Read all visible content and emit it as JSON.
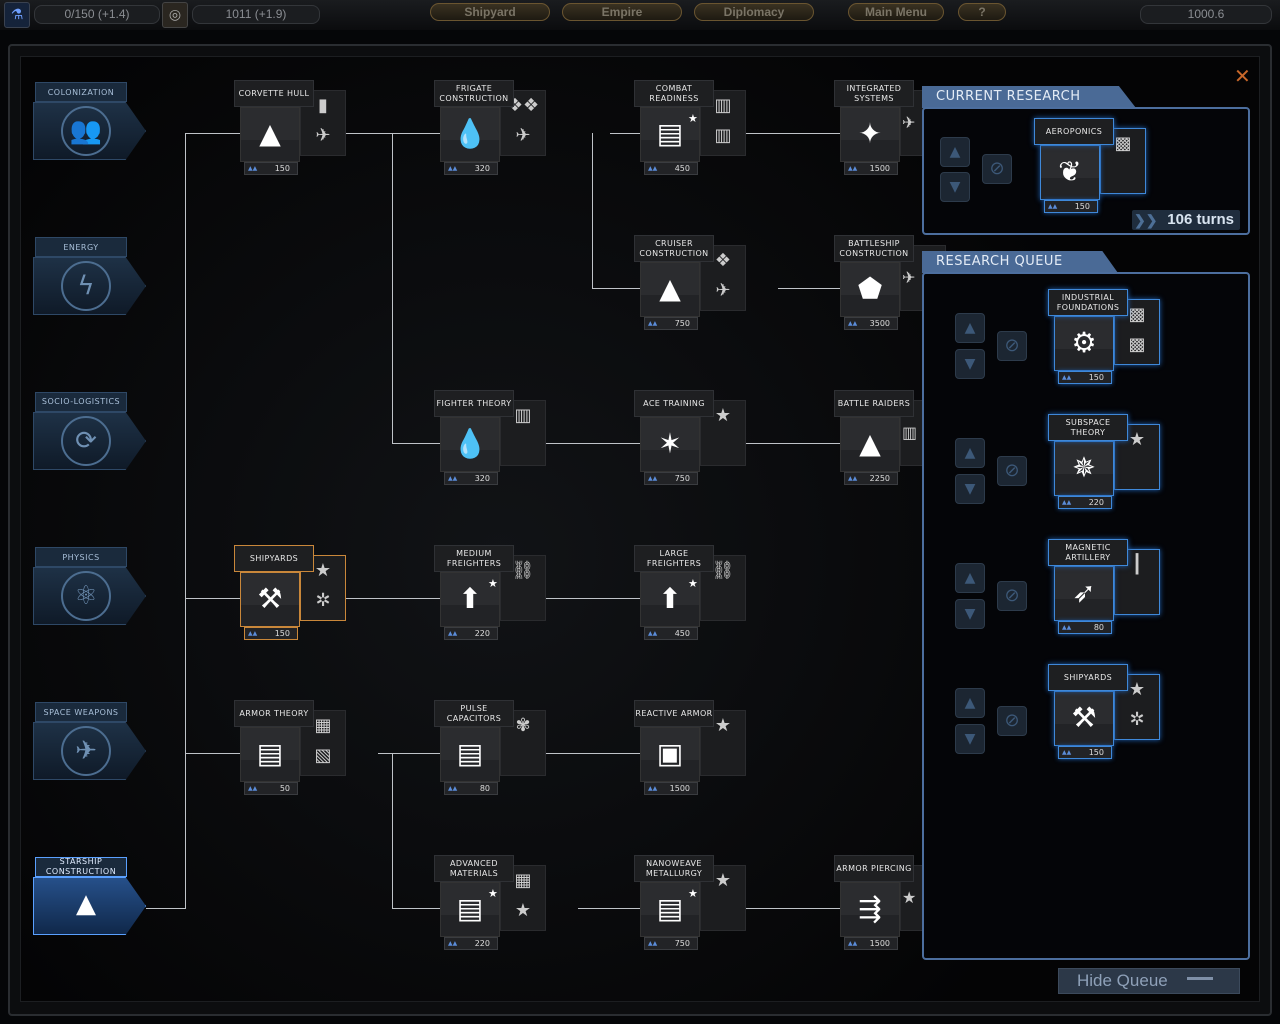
{
  "topbar": {
    "research": "0/150 (+1.4)",
    "credits": "1011 (+1.9)",
    "score": "1000.6",
    "buttons": [
      "Shipyard",
      "Empire",
      "Diplomacy",
      "Main Menu",
      "?"
    ]
  },
  "categories": [
    {
      "label": "COLONIZATION",
      "icon": "colonists-icon",
      "glyph": "👥"
    },
    {
      "label": "ENERGY",
      "icon": "lightning-icon",
      "glyph": "ϟ"
    },
    {
      "label": "SOCIO-LOGISTICS",
      "icon": "cycle-icon",
      "glyph": "⟳"
    },
    {
      "label": "PHYSICS",
      "icon": "atom-icon",
      "glyph": "⚛"
    },
    {
      "label": "SPACE WEAPONS",
      "icon": "cannon-icon",
      "glyph": "✈"
    },
    {
      "label": "STARSHIP CONSTRUCTION",
      "icon": "ships-icon",
      "glyph": "▲",
      "active": true
    }
  ],
  "nodes": [
    {
      "title": "CORVETTE HULL",
      "cost": "150",
      "col": 0,
      "row": 0,
      "glyph": "▲",
      "unlocks": [
        "▮",
        "✈"
      ]
    },
    {
      "title": "FRIGATE CONSTRUCTION",
      "cost": "320",
      "col": 1,
      "row": 0,
      "glyph": "💧",
      "unlocks": [
        "❖❖",
        "✈"
      ]
    },
    {
      "title": "COMBAT READINESS",
      "cost": "450",
      "col": 2,
      "row": 0,
      "glyph": "▤",
      "unlocks": [
        "▥",
        "▥"
      ],
      "star": true
    },
    {
      "title": "INTEGRATED SYSTEMS",
      "cost": "1500",
      "col": 3,
      "row": 0,
      "glyph": "✦",
      "unlocks": [
        "✈"
      ]
    },
    {
      "title": "CRUISER CONSTRUCTION",
      "cost": "750",
      "col": 2,
      "row": 1,
      "glyph": "▲",
      "unlocks": [
        "❖",
        "✈"
      ]
    },
    {
      "title": "BATTLESHIP CONSTRUCTION",
      "cost": "3500",
      "col": 3,
      "row": 1,
      "glyph": "⬟",
      "unlocks": [
        "✈"
      ]
    },
    {
      "title": "FIGHTER THEORY",
      "cost": "320",
      "col": 1,
      "row": 2,
      "glyph": "💧",
      "unlocks": [
        "▥"
      ]
    },
    {
      "title": "ACE TRAINING",
      "cost": "750",
      "col": 2,
      "row": 2,
      "glyph": "✶",
      "unlocks": [
        "★"
      ]
    },
    {
      "title": "BATTLE RAIDERS",
      "cost": "2250",
      "col": 3,
      "row": 2,
      "glyph": "▲",
      "unlocks": [
        "▥"
      ]
    },
    {
      "title": "SHIPYARDS",
      "cost": "150",
      "col": 0,
      "row": 3,
      "glyph": "⚒",
      "unlocks": [
        "★",
        "✲"
      ],
      "selected": true
    },
    {
      "title": "MEDIUM FREIGHTERS",
      "cost": "220",
      "col": 1,
      "row": 3,
      "glyph": "⬆",
      "unlocks": [
        "⛓"
      ],
      "star": true
    },
    {
      "title": "LARGE FREIGHTERS",
      "cost": "450",
      "col": 2,
      "row": 3,
      "glyph": "⬆",
      "unlocks": [
        "⛓"
      ],
      "star": true
    },
    {
      "title": "ARMOR THEORY",
      "cost": "50",
      "col": 0,
      "row": 4,
      "glyph": "▤",
      "unlocks": [
        "▦",
        "▧"
      ]
    },
    {
      "title": "PULSE CAPACITORS",
      "cost": "80",
      "col": 1,
      "row": 4,
      "glyph": "▤",
      "unlocks": [
        "✾"
      ]
    },
    {
      "title": "REACTIVE ARMOR",
      "cost": "1500",
      "col": 2,
      "row": 4,
      "glyph": "▣",
      "unlocks": [
        "★"
      ]
    },
    {
      "title": "ADVANCED MATERIALS",
      "cost": "220",
      "col": 1,
      "row": 5,
      "glyph": "▤",
      "unlocks": [
        "▦",
        "★"
      ],
      "star": true
    },
    {
      "title": "NANOWEAVE METALLURGY",
      "cost": "750",
      "col": 2,
      "row": 5,
      "glyph": "▤",
      "unlocks": [
        "★"
      ],
      "star": true
    },
    {
      "title": "ARMOR PIERCING",
      "cost": "1500",
      "col": 3,
      "row": 5,
      "glyph": "⇶",
      "unlocks": [
        "★"
      ]
    }
  ],
  "current_research": {
    "header": "CURRENT RESEARCH",
    "title": "AEROPONICS",
    "cost": "150",
    "glyph": "❦",
    "unlocks": [
      "▩"
    ],
    "turns": "106 turns"
  },
  "queue": {
    "header": "RESEARCH QUEUE",
    "items": [
      {
        "title": "INDUSTRIAL FOUNDATIONS",
        "cost": "150",
        "glyph": "⚙",
        "unlocks": [
          "▩",
          "▩"
        ]
      },
      {
        "title": "SUBSPACE THEORY",
        "cost": "220",
        "glyph": "✵",
        "unlocks": [
          "★"
        ]
      },
      {
        "title": "MAGNETIC ARTILLERY",
        "cost": "80",
        "glyph": "➶",
        "unlocks": [
          "┃"
        ]
      },
      {
        "title": "SHIPYARDS",
        "cost": "150",
        "glyph": "⚒",
        "unlocks": [
          "★",
          "✲"
        ]
      }
    ]
  },
  "hide_queue": "Hide Queue"
}
